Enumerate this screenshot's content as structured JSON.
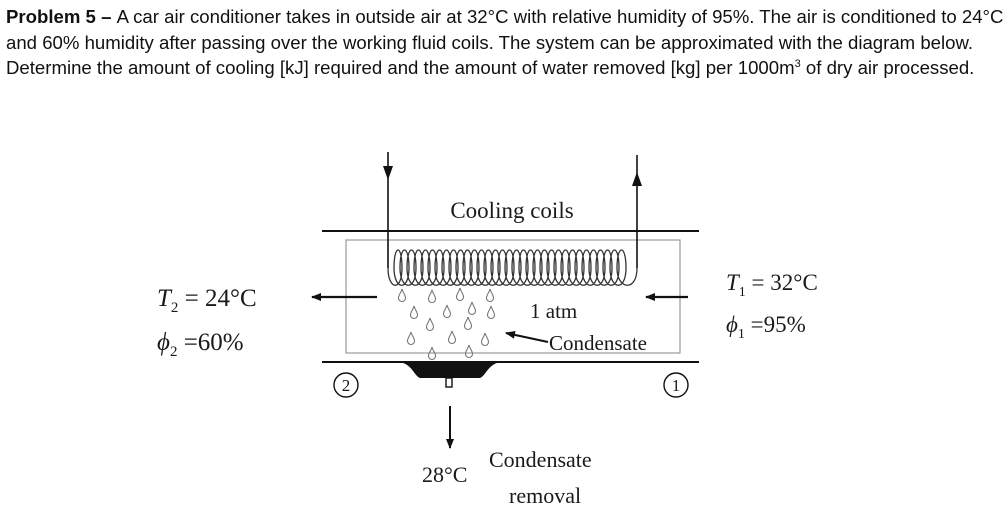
{
  "problem": {
    "label": "Problem 5",
    "dash": " – ",
    "text_part1": "A car air conditioner takes in outside air at 32°C with relative humidity of 95%. The air is conditioned to 24°C and 60% humidity after passing over the working fluid coils. The system can be approximated with the diagram below. Determine the amount of cooling [kJ] required and the amount of water removed [kg] per 1000m",
    "superscript": "3",
    "text_part2": " of dry air processed."
  },
  "diagram": {
    "cooling_coils_label": "Cooling coils",
    "pressure_label": "1 atm",
    "condensate_label": "Condensate",
    "state2": {
      "marker": "2",
      "T_symbol": "T",
      "T_sub": "2",
      "T_value": " = 24°C",
      "phi_symbol": "ϕ",
      "phi_sub": "2",
      "phi_value": " =60%"
    },
    "state1": {
      "marker": "1",
      "T_symbol": "T",
      "T_sub": "1",
      "T_value": " = 32°C",
      "phi_symbol": "ϕ",
      "phi_sub": "1",
      "phi_value": " =95%"
    },
    "condensate_temp": "28°C",
    "condensate_removal_line1": "Condensate",
    "condensate_removal_line2": "removal"
  }
}
